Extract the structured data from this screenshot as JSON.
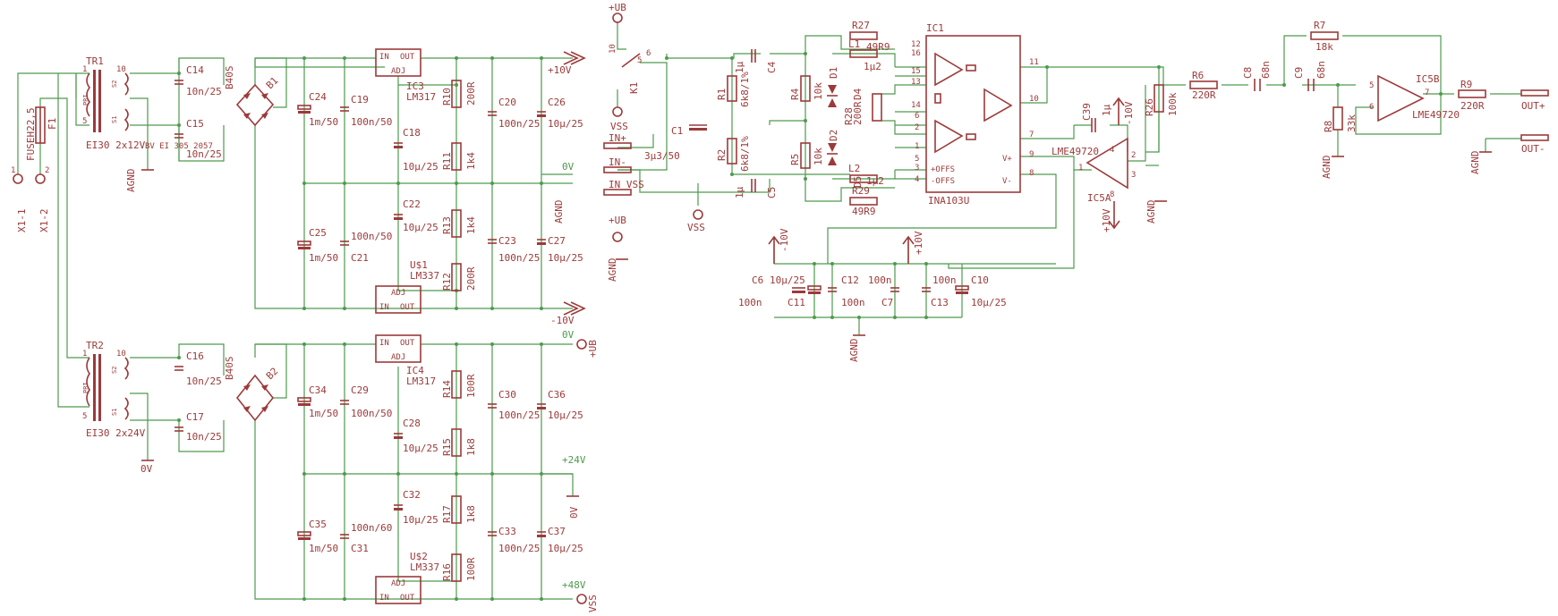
{
  "components": {
    "TR1": {
      "name": "TR1",
      "value": "EI30 2x12V",
      "note": "BV EI 305 2057"
    },
    "TR2": {
      "name": "TR2",
      "value": "EI30 2x24V"
    },
    "F1": {
      "name": "F1",
      "value": "FUSEH22,5"
    },
    "X1_1": "X1-1",
    "X1_2": "X1-2",
    "B1": {
      "name": "B1",
      "value": "B40S"
    },
    "B2": {
      "name": "B2",
      "value": "B40S"
    },
    "C14": {
      "name": "C14",
      "value": "10n/25"
    },
    "C15": {
      "name": "C15",
      "value": "10n/25"
    },
    "C16": {
      "name": "C16",
      "value": "10n/25"
    },
    "C17": {
      "name": "C17",
      "value": "10n/25"
    },
    "C24": {
      "name": "C24",
      "value": "1m/50"
    },
    "C25": {
      "name": "C25",
      "value": "1m/50"
    },
    "C19": {
      "name": "C19",
      "value": "100n/50"
    },
    "C21": {
      "name": "C21",
      "value": "100n/50"
    },
    "C18": {
      "name": "C18",
      "value": "10µ/25"
    },
    "C22": {
      "name": "C22",
      "value": "10µ/25"
    },
    "C20": {
      "name": "C20",
      "value": "100n/25"
    },
    "C23": {
      "name": "C23",
      "value": "100n/25"
    },
    "C26": {
      "name": "C26",
      "value": "10µ/25"
    },
    "C27": {
      "name": "C27",
      "value": "10µ/25"
    },
    "IC3": {
      "name": "IC3",
      "value": "LM317"
    },
    "U1": {
      "name": "U$1",
      "value": "LM337"
    },
    "R10": {
      "name": "R10",
      "value": "200R"
    },
    "R11": {
      "name": "R11",
      "value": "1k4"
    },
    "R13": {
      "name": "R13",
      "value": "1k4"
    },
    "R12": {
      "name": "R12",
      "value": "200R"
    },
    "C34": {
      "name": "C34",
      "value": "1m/50"
    },
    "C35": {
      "name": "C35",
      "value": "1m/50"
    },
    "C29": {
      "name": "C29",
      "value": "100n/50"
    },
    "C31": {
      "name": "C31",
      "value": "100n/60"
    },
    "C28": {
      "name": "C28",
      "value": "10µ/25"
    },
    "C32": {
      "name": "C32",
      "value": "10µ/25"
    },
    "C30": {
      "name": "C30",
      "value": "100n/25"
    },
    "C33": {
      "name": "C33",
      "value": "100n/25"
    },
    "C36": {
      "name": "C36",
      "value": "10µ/25"
    },
    "C37": {
      "name": "C37",
      "value": "10µ/25"
    },
    "IC4": {
      "name": "IC4",
      "value": "LM317"
    },
    "U2": {
      "name": "U$2",
      "value": "LM337"
    },
    "R14": {
      "name": "R14",
      "value": "100R"
    },
    "R15": {
      "name": "R15",
      "value": "1k8"
    },
    "R17": {
      "name": "R17",
      "value": "1k8"
    },
    "R16": {
      "name": "R16",
      "value": "100R"
    },
    "K1": {
      "name": "K1"
    },
    "C1": {
      "name": "C1",
      "value": "3µ3/50"
    },
    "C4": {
      "name": "C4",
      "value": "1µ"
    },
    "C5": {
      "name": "C5",
      "value": "1µ"
    },
    "R1": {
      "name": "R1",
      "value": "6k8/1%"
    },
    "R2": {
      "name": "R2",
      "value": "6k8/1%"
    },
    "R4": {
      "name": "R4",
      "value": "10k"
    },
    "R5": {
      "name": "R5",
      "value": "10k"
    },
    "D1": "D1",
    "D2": "D2",
    "D4": "D4",
    "D5": "D5",
    "R27": {
      "name": "R27",
      "value": "49R9"
    },
    "R29": {
      "name": "R29",
      "value": "49R9"
    },
    "L1": {
      "name": "L1",
      "value": "1µ2"
    },
    "L2": {
      "name": "L2",
      "value": "1µ2"
    },
    "R28": {
      "name": "R28",
      "value": "200R"
    },
    "IC1": {
      "name": "IC1",
      "value": "INA103U",
      "offs_p": "+OFFS",
      "offs_n": "-OFFS",
      "vp": "V+",
      "vm": "V-"
    },
    "C39": {
      "name": "C39",
      "value": "1µ"
    },
    "R26": {
      "name": "R26",
      "value": "100k"
    },
    "IC5A": {
      "name": "IC5A",
      "value": "LME49720"
    },
    "IC5B": {
      "name": "IC5B",
      "value": "LME49720"
    },
    "R6": {
      "name": "R6",
      "value": "220R"
    },
    "C8": {
      "name": "C8",
      "value": "68n"
    },
    "C9": {
      "name": "C9",
      "value": "68n"
    },
    "R7": {
      "name": "R7",
      "value": "18k"
    },
    "R8": {
      "name": "R8",
      "value": "33k"
    },
    "R9": {
      "name": "R9",
      "value": "220R"
    },
    "C6": {
      "name": "C6",
      "value": "10µ/25"
    },
    "C11": {
      "name": "C11",
      "value": "100n"
    },
    "C12": {
      "name": "C12",
      "value": "100n"
    },
    "C7": {
      "name": "C7",
      "value": "100n"
    },
    "C13": {
      "name": "C13",
      "value": "100n"
    },
    "C10": {
      "name": "C10",
      "value": "10µ/25"
    }
  },
  "nets": {
    "p10v": "+10V",
    "m10v": "-10V",
    "zero_v": "0V",
    "p24v": "+24V",
    "p48v": "+48V",
    "ub": "+UB",
    "vss": "VSS",
    "agnd": "AGND",
    "in_p": "IN+",
    "in_n": "IN-",
    "in_vss": "IN_VSS",
    "out_p": "OUT+",
    "out_n": "OUT-",
    "p10v_sup": "+10V",
    "m10v_sup": "-10V"
  },
  "pins": {
    "p10": "10",
    "p5": "5",
    "p1": "1",
    "p9": "9",
    "p2": "2",
    "p6": "6",
    "p7": "7",
    "p8": "8",
    "p3": "3",
    "p4": "4",
    "p11": "11",
    "p12": "12",
    "p13": "13",
    "p14": "14",
    "p15": "15",
    "p16": "16"
  },
  "trafo": {
    "pri": "PRI",
    "s1": "S1",
    "s2": "S2"
  },
  "reg": {
    "in": "IN",
    "out": "OUT",
    "adj": "ADJ"
  },
  "colors": {
    "wire": "#4e9a4e",
    "component": "#9c3a3a"
  }
}
